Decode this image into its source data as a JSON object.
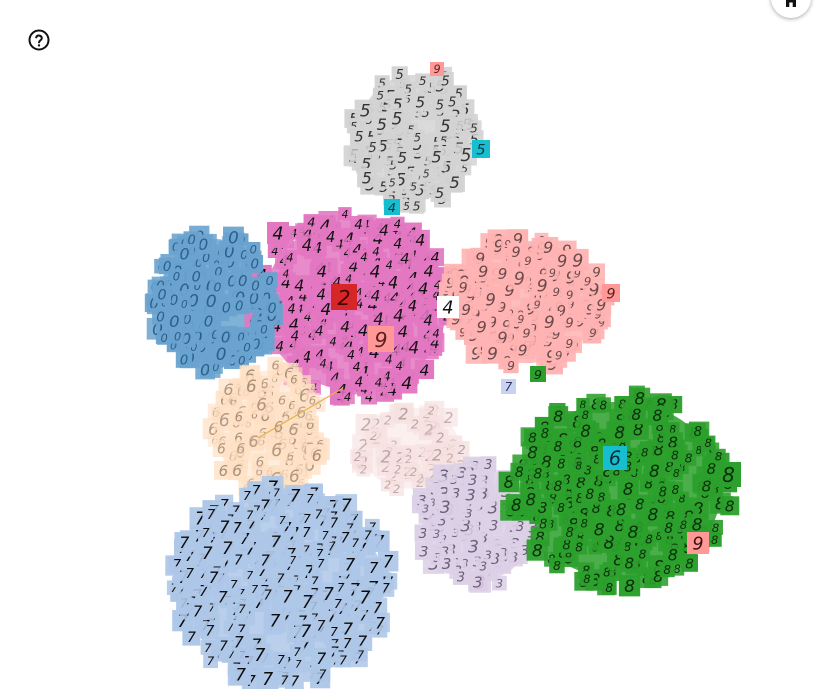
{
  "toolbar": {
    "help_icon": "help-circle-icon",
    "home_icon": "home-icon"
  },
  "embedding": {
    "type": "image-scatter",
    "clusters": [
      {
        "digit": "5",
        "color": "#d3d3d3",
        "ink": "#333333"
      },
      {
        "digit": "4",
        "color": "#e377c2",
        "ink": "#111111"
      },
      {
        "digit": "0",
        "color": "#6aa3cf",
        "ink": "#2a5f88"
      },
      {
        "digit": "9",
        "color": "#ffb3b3",
        "ink": "#6b4a4a"
      },
      {
        "digit": "6",
        "color": "#ffe0c4",
        "ink": "#a08870"
      },
      {
        "digit": "2",
        "color": "#f7e1e1",
        "ink": "#b09a9a"
      },
      {
        "digit": "3",
        "color": "#dcd0e6",
        "ink": "#6a5e78"
      },
      {
        "digit": "8",
        "color": "#2ca02c",
        "ink": "#0a2e0a"
      },
      {
        "digit": "7",
        "color": "#aec7e8",
        "ink": "#0b0b0b"
      }
    ],
    "highlights": [
      {
        "digit": "2",
        "color": "#d62728",
        "ink": "#4a0000"
      },
      {
        "digit": "9",
        "color": "#ff9896",
        "ink": "#5a2020"
      },
      {
        "digit": "6",
        "color": "#17becf",
        "ink": "#002f36"
      },
      {
        "digit": "9",
        "color": "#ff9896",
        "ink": "#3a1010"
      },
      {
        "digit": "4",
        "color": "#e377c2",
        "ink": "#111111"
      },
      {
        "digit": "8",
        "color": "#2ca02c",
        "ink": "#0a2e0a"
      },
      {
        "digit": "4",
        "color": "#17becf",
        "ink": "#0a3a40"
      },
      {
        "digit": "4",
        "color": "#ffffff",
        "ink": "#111111"
      },
      {
        "digit": "9",
        "color": "#2ca02c",
        "ink": "#0a2e0a"
      },
      {
        "digit": "7",
        "color": "#c7d3ef",
        "ink": "#333366"
      },
      {
        "digit": "5",
        "color": "#17becf",
        "ink": "#003a40"
      },
      {
        "digit": "9",
        "color": "#ff9896",
        "ink": "#5a2020"
      },
      {
        "digit": "9",
        "color": "#ff9896",
        "ink": "#5a2020"
      }
    ]
  }
}
